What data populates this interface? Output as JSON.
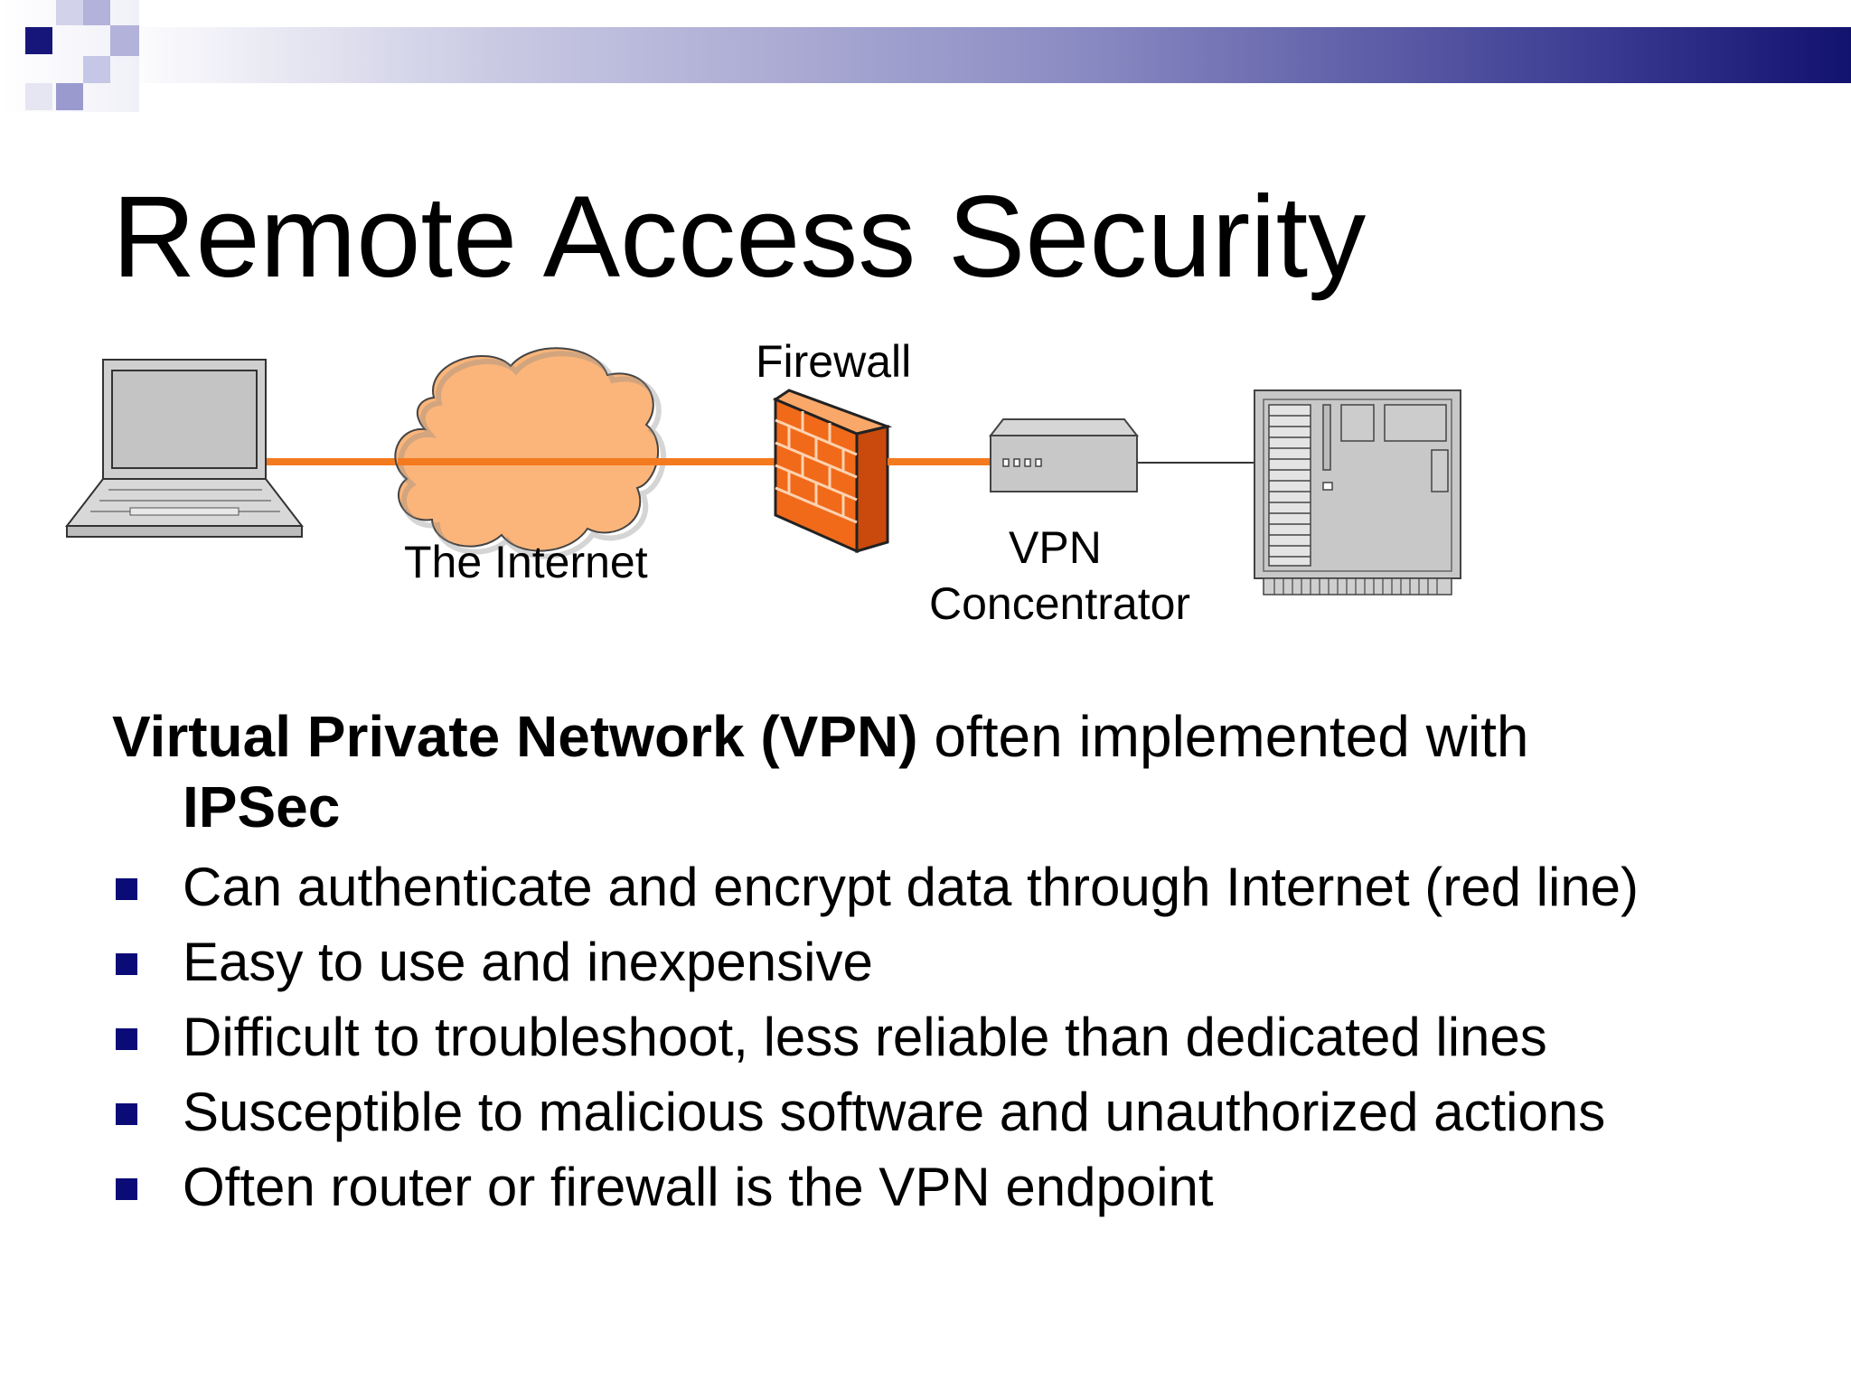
{
  "slide": {
    "title": "Remote Access Security",
    "accent_color": "#0b0b78",
    "line_color": "#f47a1f"
  },
  "diagram": {
    "nodes": [
      {
        "name": "laptop",
        "icon": "laptop-icon"
      },
      {
        "name": "internet",
        "icon": "cloud-icon",
        "label": "The Internet"
      },
      {
        "name": "firewall",
        "icon": "firewall-icon",
        "label": "Firewall"
      },
      {
        "name": "vpn",
        "icon": "vpn-concentrator-icon",
        "label_line1": "VPN",
        "label_line2": "Concentrator"
      },
      {
        "name": "server",
        "icon": "server-icon"
      }
    ]
  },
  "content": {
    "lead_bold_1": "Virtual Private Network (VPN)",
    "lead_plain": " often implemented with",
    "lead_bold_2": "IPSec",
    "bullets": [
      "Can authenticate and encrypt data through Internet (red line)",
      "Easy to use and inexpensive",
      "Difficult to troubleshoot, less reliable than dedicated lines",
      "Susceptible to malicious software and unauthorized actions",
      "Often router or firewall is the VPN endpoint"
    ]
  }
}
